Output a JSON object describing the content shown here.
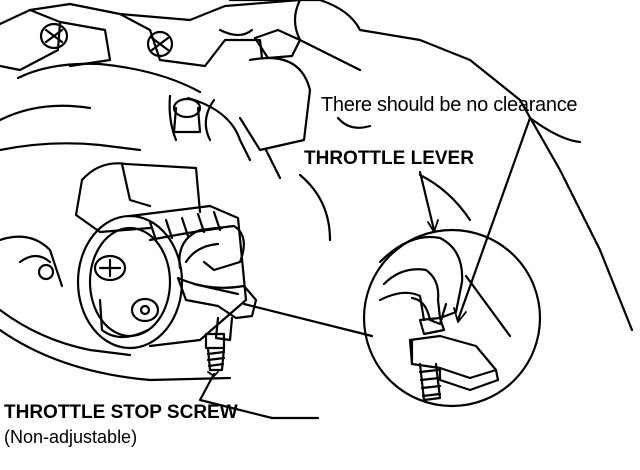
{
  "figure": {
    "labels": {
      "clearance_note": "There should be no clearance",
      "throttle_lever": "THROTTLE LEVER",
      "throttle_stop_screw": "THROTTLE STOP SCREW",
      "throttle_stop_screw_note": "(Non-adjustable)"
    },
    "colors": {
      "ink": "#000000",
      "paper": "#ffffff"
    }
  }
}
